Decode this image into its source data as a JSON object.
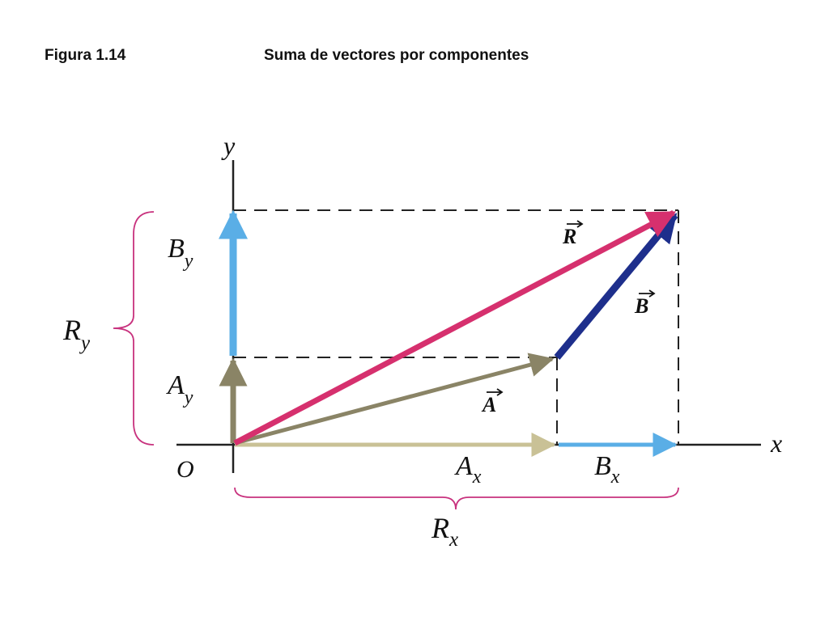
{
  "header": {
    "figure_label": "Figura 1.14",
    "title": "Suma de vectores por componentes"
  },
  "axes": {
    "x_label": "x",
    "y_label": "y",
    "origin_label": "O"
  },
  "vectors": {
    "A": {
      "label": "A",
      "color": "#8a8466"
    },
    "B": {
      "label": "B",
      "color": "#1e2f8c"
    },
    "R": {
      "label": "R",
      "color": "#d6306e"
    }
  },
  "components": {
    "Ax": {
      "main": "A",
      "sub": "x",
      "color": "#c9c196"
    },
    "Bx": {
      "main": "B",
      "sub": "x",
      "color": "#5aaee6"
    },
    "Ay": {
      "main": "A",
      "sub": "y",
      "color": "#8a8466"
    },
    "By": {
      "main": "B",
      "sub": "y",
      "color": "#5aaee6"
    },
    "Rx": {
      "main": "R",
      "sub": "x",
      "color": "#c8327e"
    },
    "Ry": {
      "main": "R",
      "sub": "y",
      "color": "#c8327e"
    }
  }
}
